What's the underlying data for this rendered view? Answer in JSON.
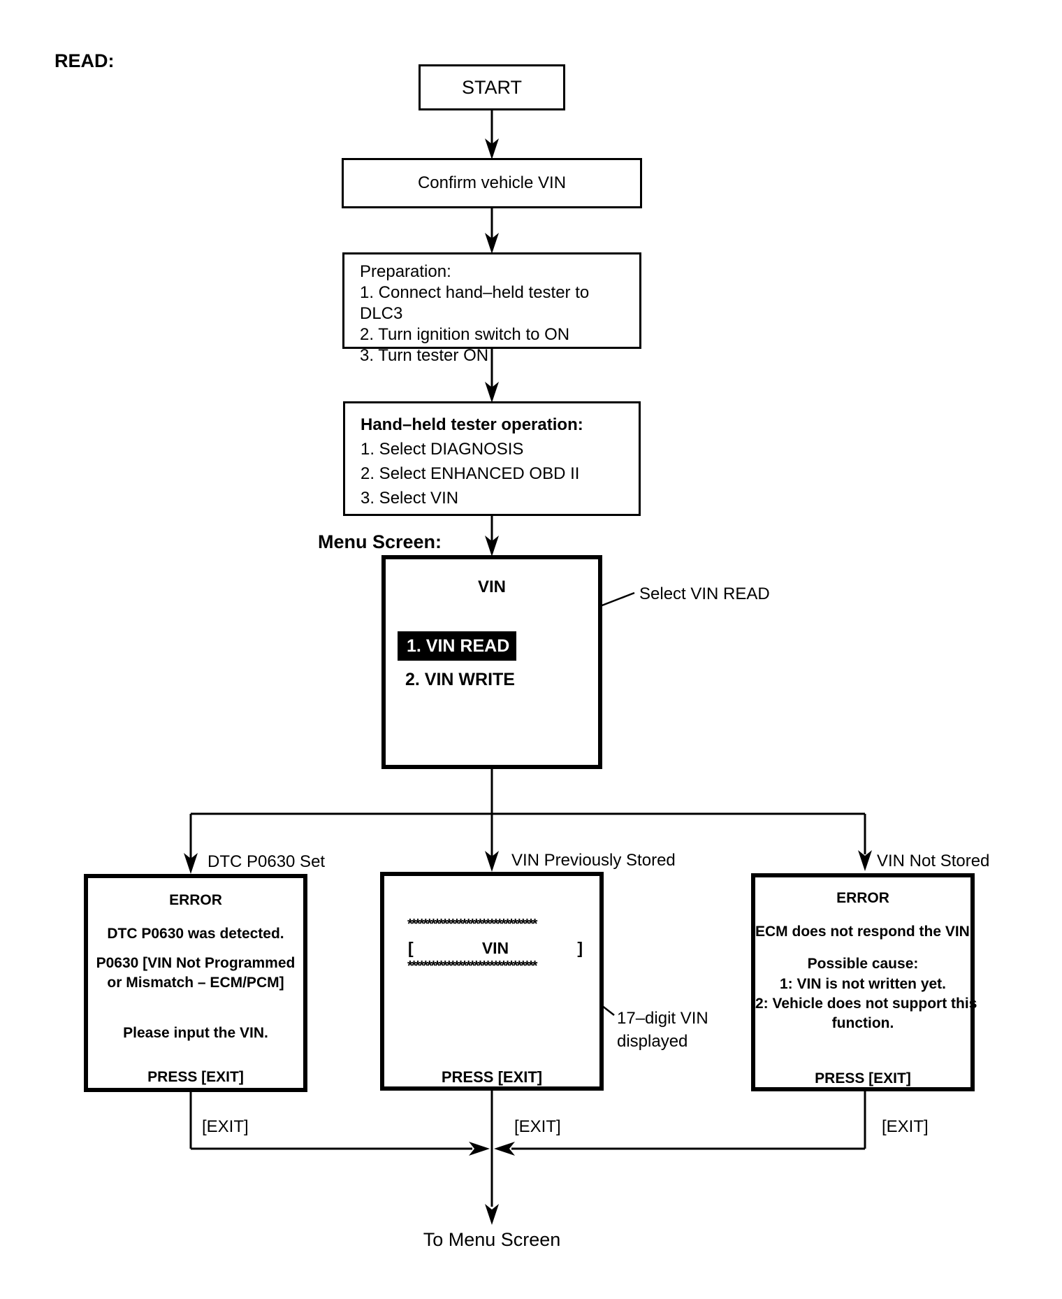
{
  "page": {
    "read_label": "READ:"
  },
  "flow": {
    "start": "START",
    "confirm": "Confirm vehicle VIN",
    "preparation": {
      "lines": [
        "Preparation:",
        "1. Connect hand–held tester to DLC3",
        "2. Turn ignition switch to ON",
        "3. Turn tester ON"
      ]
    },
    "tester_op": {
      "title": "Hand–held tester operation:",
      "lines": [
        "1. Select DIAGNOSIS",
        "2. Select ENHANCED OBD II",
        "3. Select VIN"
      ]
    },
    "menu_screen_label": "Menu Screen:",
    "vin_menu": {
      "title": "VIN",
      "item1": "1. VIN READ",
      "item2": "2. VIN WRITE"
    },
    "select_vin_read_callout": "Select VIN READ"
  },
  "branches": {
    "left_label": "DTC P0630 Set",
    "center_label": "VIN Previously Stored",
    "right_label": "VIN Not Stored"
  },
  "error_left": {
    "title": "ERROR",
    "line1": "DTC P0630 was detected.",
    "line2": "P0630  [VIN Not Programmed",
    "line3": "or Mismatch – ECM/PCM]",
    "line4": "Please input the VIN.",
    "press": "PRESS [EXIT]"
  },
  "vin_screen": {
    "asterisks": "*********************************",
    "open_bracket": "[",
    "vin": "VIN",
    "close_bracket": "]",
    "press": "PRESS [EXIT]",
    "callout_line1": "17–digit VIN",
    "callout_line2": "displayed"
  },
  "error_right": {
    "title": "ERROR",
    "line1": "ECM does not respond the VIN.",
    "line2": "Possible cause:",
    "line3": "1: VIN is not written yet.",
    "line4": "2: Vehicle does not support this",
    "line5": "function.",
    "press": "PRESS [EXIT]"
  },
  "exits": {
    "left": "[EXIT]",
    "center": "[EXIT]",
    "right": "[EXIT]"
  },
  "footer": {
    "to_menu": "To Menu Screen"
  }
}
